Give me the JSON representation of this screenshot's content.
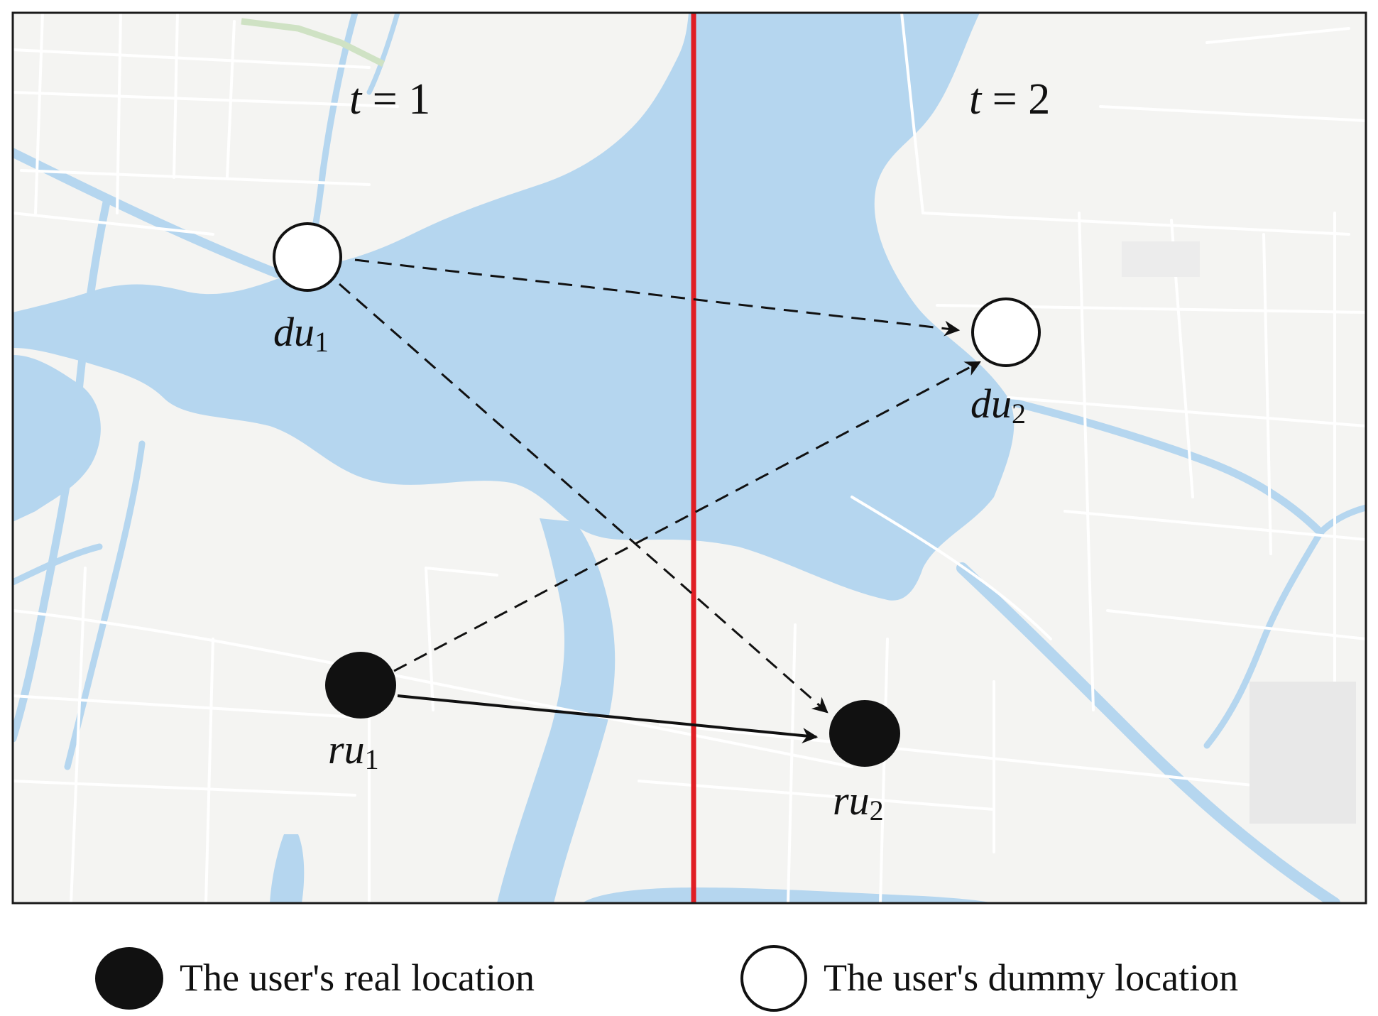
{
  "colors": {
    "land": "#f4f4f2",
    "water": "#b5d6ef",
    "road": "#ffffff",
    "divider": "#e01e24",
    "ink": "#111111",
    "frame": "#1a1a1a"
  },
  "time_labels": {
    "left": {
      "var": "t",
      "eq": " = ",
      "val": "1"
    },
    "right": {
      "var": "t",
      "eq": " = ",
      "val": "2"
    }
  },
  "points": {
    "du1": {
      "base": "du",
      "sub": "1"
    },
    "du2": {
      "base": "du",
      "sub": "2"
    },
    "ru1": {
      "base": "ru",
      "sub": "1"
    },
    "ru2": {
      "base": "ru",
      "sub": "2"
    }
  },
  "legend": {
    "real": "The user's real location",
    "dummy": "The user's dummy location"
  }
}
